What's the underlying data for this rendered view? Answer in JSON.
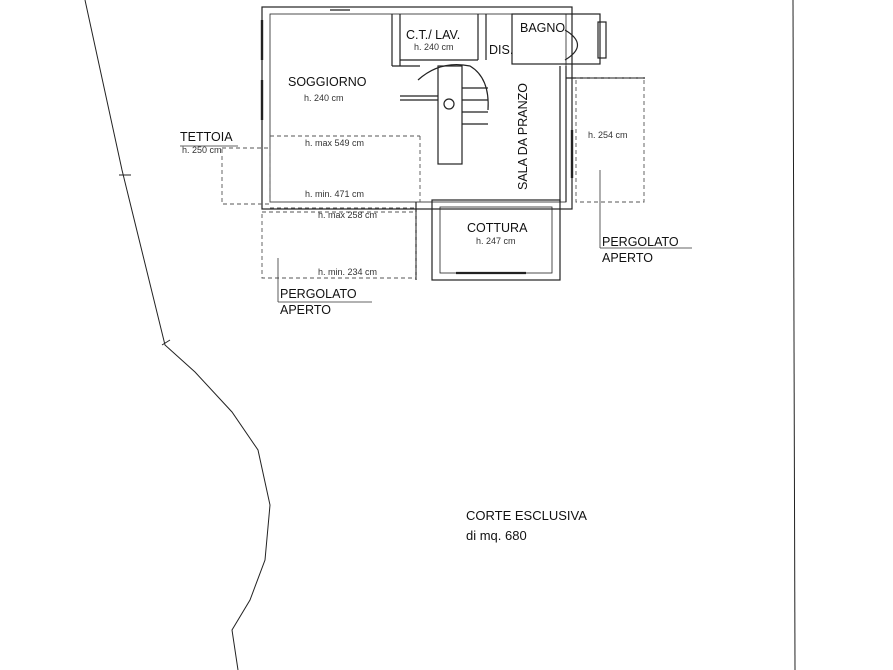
{
  "plan": {
    "rooms": {
      "soggiorno": {
        "name": "SOGGIORNO",
        "height": "h. 240 cm"
      },
      "ct_lav": {
        "name": "C.T./ LAV.",
        "height": "h. 240 cm"
      },
      "bagno": {
        "name": "BAGNO"
      },
      "dis": {
        "name": "DIS."
      },
      "sala": {
        "name": "SALA DA PRANZO"
      },
      "cottura": {
        "name": "COTTURA",
        "height": "h. 247 cm"
      },
      "terrace_right": {
        "height": "h. 254 cm"
      }
    },
    "heights": {
      "max_549": "h. max 549 cm",
      "min_471": "h. min. 471 cm",
      "max_258": "h. max 258 cm",
      "min_234": "h. min. 234 cm"
    },
    "tettoia": {
      "name": "TETTOIA",
      "height": "h. 250 cm"
    },
    "pergolato_left": {
      "line1": "PERGOLATO",
      "line2": "APERTO"
    },
    "pergolato_right": {
      "line1": "PERGOLATO",
      "line2": "APERTO"
    },
    "corte": {
      "line1": "CORTE ESCLUSIVA",
      "line2": "di mq. 680"
    }
  }
}
